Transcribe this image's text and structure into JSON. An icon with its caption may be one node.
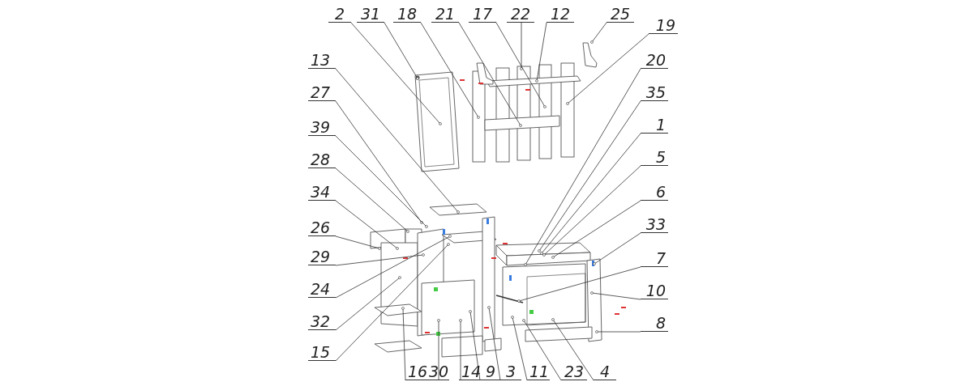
{
  "diagram": {
    "nodes": [
      {
        "text": [
          "2"
        ]
      },
      {
        "text": [
          "31"
        ]
      },
      {
        "text": [
          "18"
        ]
      },
      {
        "text": [
          "21"
        ]
      },
      {
        "text": [
          "17"
        ]
      },
      {
        "text": [
          "22"
        ]
      },
      {
        "text": [
          "12"
        ]
      },
      {
        "text": [
          "25"
        ]
      },
      {
        "text": [
          "19"
        ]
      },
      {
        "text": [
          "13"
        ]
      },
      {
        "text": [
          "27"
        ]
      },
      {
        "text": [
          "39"
        ]
      },
      {
        "text": [
          "28"
        ]
      },
      {
        "text": [
          "34"
        ]
      },
      {
        "text": [
          "26"
        ]
      },
      {
        "text": [
          "29"
        ]
      },
      {
        "text": [
          "24"
        ]
      },
      {
        "text": [
          "32"
        ]
      },
      {
        "text": [
          "15"
        ]
      },
      {
        "text": [
          "20"
        ]
      },
      {
        "text": [
          "35"
        ]
      },
      {
        "text": [
          "1"
        ]
      },
      {
        "text": [
          "5"
        ]
      },
      {
        "text": [
          "6"
        ]
      },
      {
        "text": [
          "33"
        ]
      },
      {
        "text": [
          "7"
        ]
      },
      {
        "text": [
          "10"
        ]
      },
      {
        "text": [
          "8"
        ]
      },
      {
        "text": [
          "16"
        ]
      },
      {
        "text": [
          "30"
        ]
      },
      {
        "text": [
          "14"
        ]
      },
      {
        "text": [
          "9"
        ]
      },
      {
        "text": [
          "3"
        ]
      },
      {
        "text": [
          "11"
        ]
      },
      {
        "text": [
          "23"
        ]
      },
      {
        "text": [
          "4"
        ]
      },
      {
        "text": [],
        "shape": "picture"
      }
    ],
    "edges": [
      {
        "from": 0,
        "to": null,
        "arrow": "other"
      },
      {
        "from": 1,
        "to": null,
        "arrow": "other"
      },
      {
        "from": 2,
        "to": null,
        "arrow": "other"
      },
      {
        "from": 3,
        "to": null,
        "arrow": "other"
      },
      {
        "from": 4,
        "to": null,
        "arrow": "other"
      },
      {
        "from": 5,
        "to": null,
        "arrow": "other"
      },
      {
        "from": 6,
        "to": null,
        "arrow": "other"
      },
      {
        "from": 7,
        "to": 36,
        "arrow": "other"
      },
      {
        "from": 8,
        "to": null,
        "arrow": "other"
      },
      {
        "from": 9,
        "to": null,
        "arrow": "other"
      },
      {
        "from": 10,
        "to": null,
        "arrow": "other"
      },
      {
        "from": 11,
        "to": null,
        "arrow": "other"
      },
      {
        "from": 12,
        "to": null,
        "arrow": "other"
      },
      {
        "from": 13,
        "to": null,
        "arrow": "other"
      },
      {
        "from": 14,
        "to": null,
        "arrow": "other"
      },
      {
        "from": 15,
        "to": null,
        "arrow": "other"
      },
      {
        "from": 16,
        "to": null,
        "arrow": "other"
      },
      {
        "from": 17,
        "to": null,
        "arrow": "other"
      },
      {
        "from": 18,
        "to": null,
        "arrow": "other"
      },
      {
        "from": 19,
        "to": null,
        "arrow": "other"
      },
      {
        "from": 20,
        "to": null,
        "arrow": "other"
      },
      {
        "from": 21,
        "to": null,
        "arrow": "other"
      },
      {
        "from": 22,
        "to": null,
        "arrow": "other"
      },
      {
        "from": 23,
        "to": null,
        "arrow": "other"
      },
      {
        "from": 24,
        "to": null,
        "arrow": "other"
      },
      {
        "from": 25,
        "to": null,
        "arrow": "other"
      },
      {
        "from": 26,
        "to": null,
        "arrow": "other"
      },
      {
        "from": 27,
        "to": null,
        "arrow": "other"
      },
      {
        "from": 28,
        "to": null,
        "arrow": "other"
      },
      {
        "from": 29,
        "to": null,
        "arrow": "other"
      },
      {
        "from": 30,
        "to": null,
        "arrow": "other"
      },
      {
        "from": 31,
        "to": null,
        "arrow": "other"
      },
      {
        "from": 32,
        "to": null,
        "arrow": "other"
      },
      {
        "from": 33,
        "to": null,
        "arrow": "other"
      },
      {
        "from": 34,
        "to": null,
        "arrow": "other"
      },
      {
        "from": 35,
        "to": null,
        "arrow": "other"
      }
    ]
  }
}
